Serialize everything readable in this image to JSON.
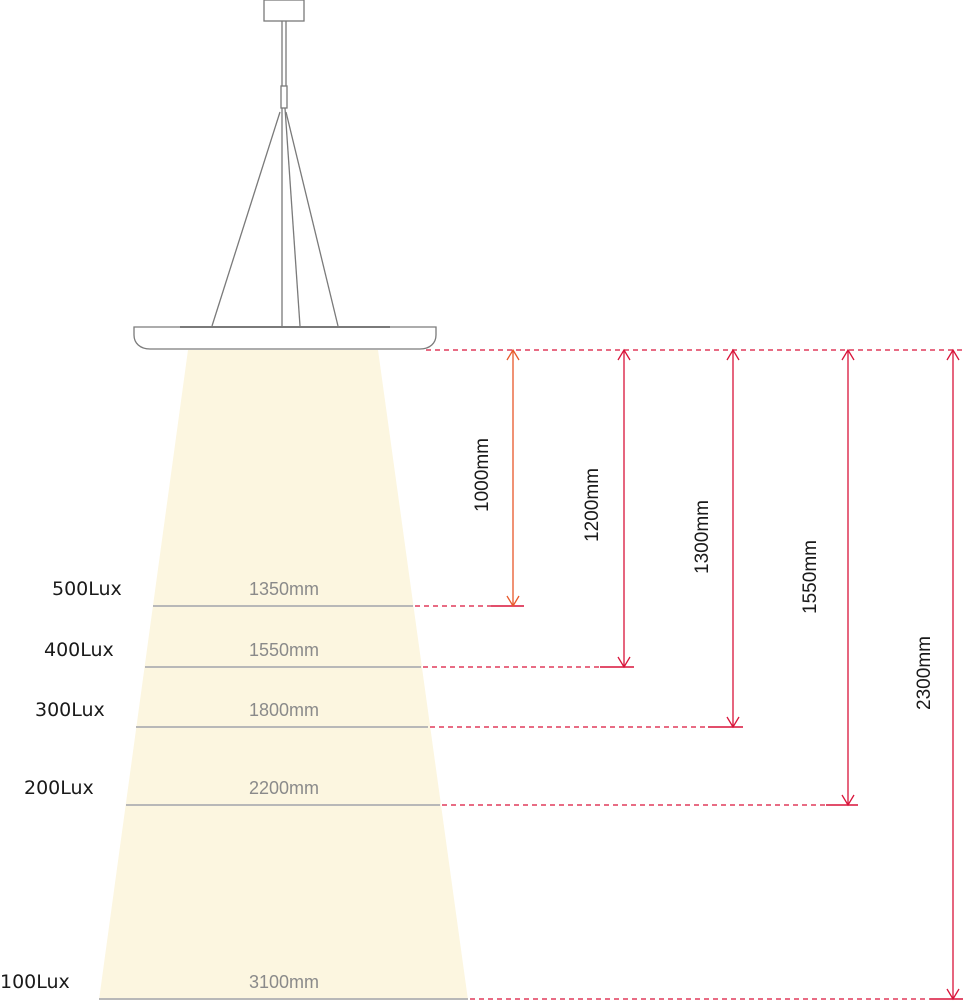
{
  "colors": {
    "light_cone": "#fcf6e0",
    "level_line": "#b8b8b8",
    "dimension_red": "#d9143a",
    "dimension_orange": "#e8582a",
    "fixture_stroke": "#7a7a7a"
  },
  "levels": [
    {
      "lux": "500Lux",
      "diameter": "1350mm",
      "height": "1000mm"
    },
    {
      "lux": "400Lux",
      "diameter": "1550mm",
      "height": "1200mm"
    },
    {
      "lux": "300Lux",
      "diameter": "1800mm",
      "height": "1300mm"
    },
    {
      "lux": "200Lux",
      "diameter": "2200mm",
      "height": "1550mm"
    },
    {
      "lux": "100Lux",
      "diameter": "3100mm",
      "height": "2300mm"
    }
  ]
}
